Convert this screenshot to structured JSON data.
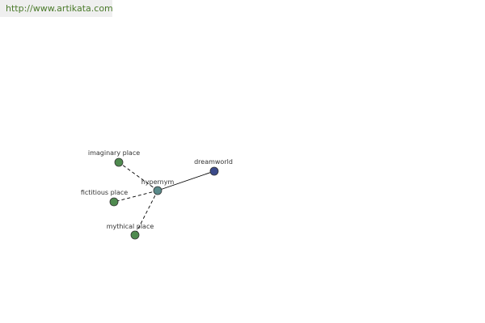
{
  "header": {
    "url_text": "http://www.artikata.com"
  },
  "graph": {
    "center": {
      "label": "hypernym",
      "color": "#5a8a8a"
    },
    "nodes": [
      {
        "label": "dreamworld",
        "color": "#3b4a8a",
        "edge": "solid"
      },
      {
        "label": "imaginary place",
        "color": "#4f8a4f",
        "edge": "dashed"
      },
      {
        "label": "fictitious place",
        "color": "#4f8a4f",
        "edge": "dashed"
      },
      {
        "label": "mythical place",
        "color": "#4f8a4f",
        "edge": "dashed"
      }
    ]
  },
  "colors": {
    "url_text": "#4a7a2a",
    "url_bar": "#efefef",
    "edge": "#000000",
    "node_stroke": "#333333"
  }
}
